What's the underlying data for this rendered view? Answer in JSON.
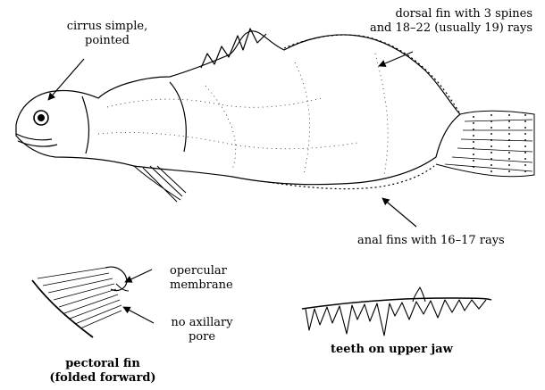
{
  "labels": {
    "cirrus": [
      "cirrus simple,",
      "pointed"
    ],
    "dorsal": [
      "dorsal fin with  3 spines",
      "and 18–22  (usually 19) rays"
    ],
    "anal": "anal fins with 16–17 rays",
    "opercular": [
      "opercular",
      "membrane"
    ],
    "axillary": [
      "no axillary",
      "pore"
    ],
    "pectoral": [
      "pectoral fin",
      "(folded forward)"
    ],
    "teeth": "teeth on upper jaw"
  },
  "colors": {
    "ink": "#000000",
    "background": "#ffffff"
  }
}
